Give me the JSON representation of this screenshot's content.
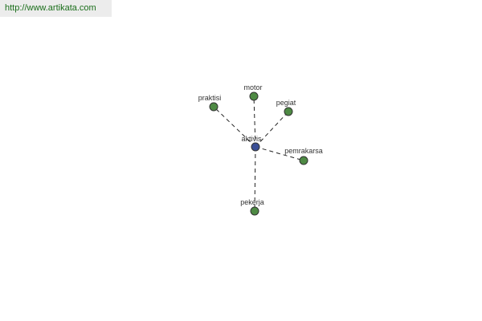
{
  "source": {
    "url_text": "http://www.artikata.com"
  },
  "colors": {
    "center_node": "#3b4f96",
    "related_node": "#4e8a44",
    "banner_text": "#1a6e1a",
    "banner_bg": "#ececec"
  },
  "graph": {
    "center": {
      "id": "aktivis",
      "label": "aktivis"
    },
    "related": [
      {
        "id": "praktisi",
        "label": "praktisi"
      },
      {
        "id": "motor",
        "label": "motor"
      },
      {
        "id": "pegiat",
        "label": "pegiat"
      },
      {
        "id": "pemrakarsa",
        "label": "pemrakarsa"
      },
      {
        "id": "pekerja",
        "label": "pekerja"
      }
    ]
  }
}
